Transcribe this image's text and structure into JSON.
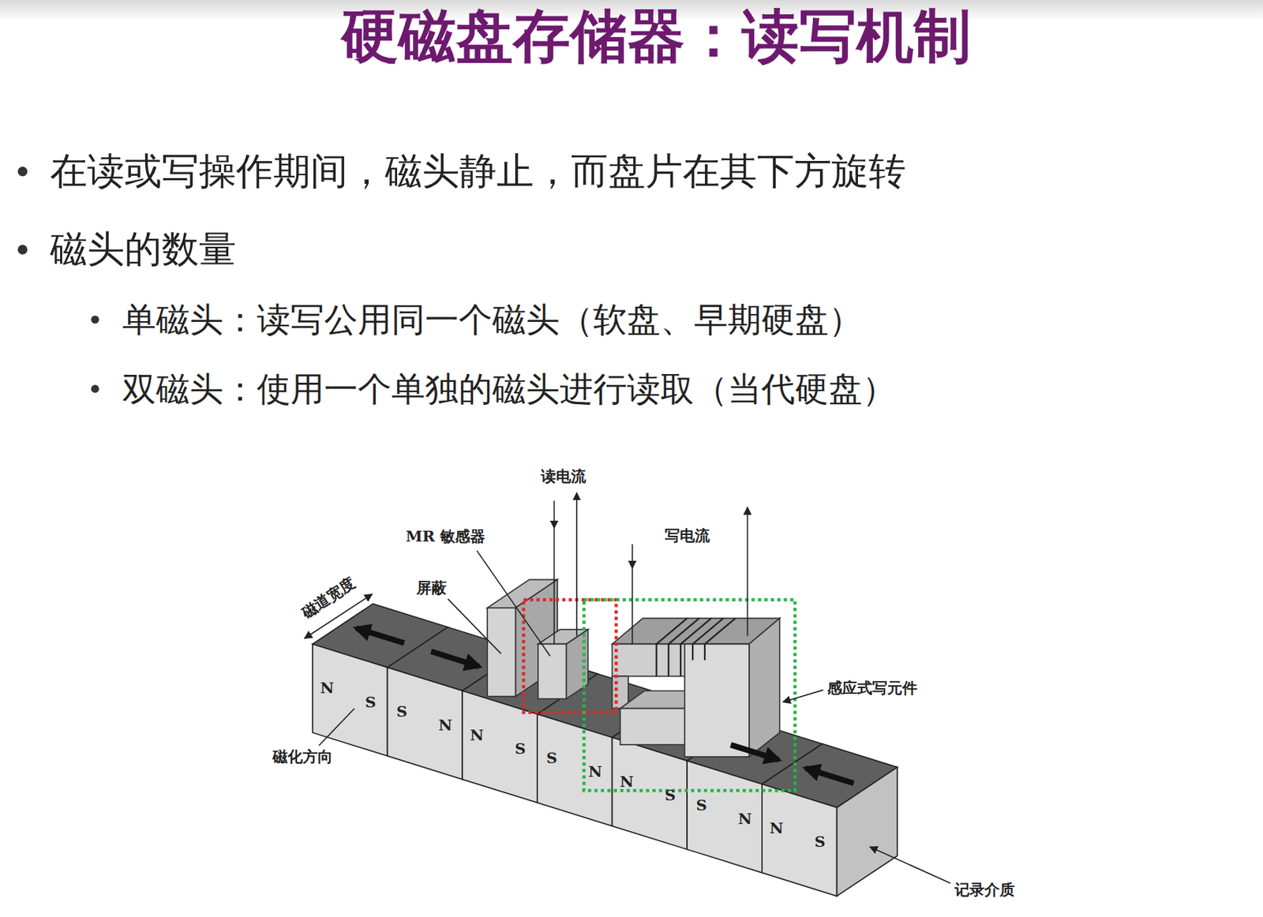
{
  "diagram": {
    "title": "硬磁盘存储器：读写机制",
    "labels": [
      "在读或写操作期间，磁头静止，而盘片在其下方旋转",
      "磁头的数量",
      "单磁头：读写公用同一个磁头（软盘、早期硬盘）",
      "双磁头：使用一个单独的磁头进行读取（当代硬盘）",
      "读电流",
      "MR 敏感器",
      "写电流",
      "屏蔽",
      "磁道宽度",
      "感应式写元件",
      "磁化方向",
      "记录介质",
      "N",
      "S",
      "S",
      "N",
      "N",
      "S",
      "S",
      "N",
      "N",
      "S",
      "S",
      "N",
      "N",
      "S"
    ]
  }
}
